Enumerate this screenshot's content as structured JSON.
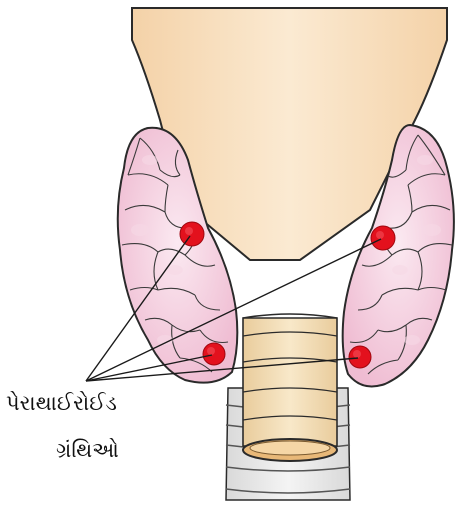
{
  "diagram": {
    "label_line1": "પેરાથાઈરોઈડ",
    "label_line2": "ગ્રંથિઓ",
    "colors": {
      "larynx": "#f7dcb8",
      "larynx_highlight": "#fbead2",
      "thyroid_fill": "#f2c5d8",
      "thyroid_light": "#fbe6ef",
      "trachea": "#f3dcb2",
      "trachea_lumen": "#e8b878",
      "parathyroid": "#e3111d",
      "outline": "#2a2a2a"
    },
    "structures": [
      "larynx",
      "thyroid-left-lobe",
      "thyroid-right-lobe",
      "trachea",
      "parathyroid-glands"
    ]
  }
}
